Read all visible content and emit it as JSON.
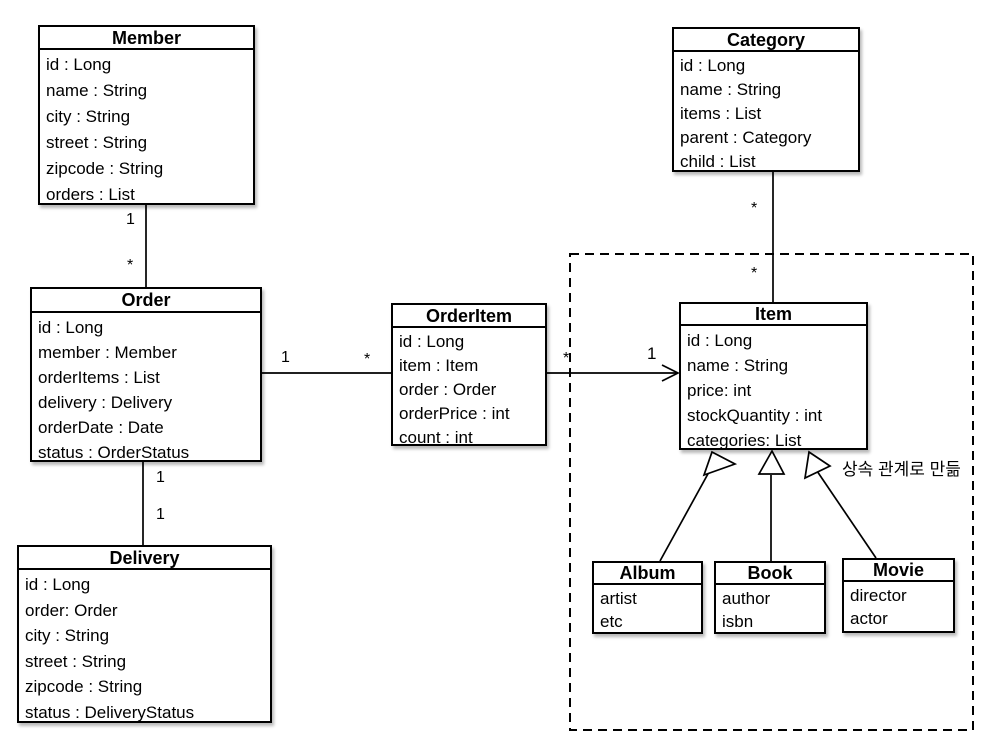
{
  "diagram": {
    "kind": "uml-class-diagram",
    "classes": [
      {
        "name": "Member",
        "attributes": [
          "id : Long",
          "name : String",
          "city : String",
          "street : String",
          "zipcode : String",
          "orders : List"
        ]
      },
      {
        "name": "Category",
        "attributes": [
          "id : Long",
          "name : String",
          "items : List",
          "parent : Category",
          "child : List"
        ]
      },
      {
        "name": "Order",
        "attributes": [
          "id : Long",
          "member : Member",
          "orderItems : List",
          "delivery : Delivery",
          "orderDate : Date",
          "status : OrderStatus"
        ]
      },
      {
        "name": "OrderItem",
        "attributes": [
          "id : Long",
          "item : Item",
          "order : Order",
          "orderPrice : int",
          "count : int"
        ]
      },
      {
        "name": "Item",
        "attributes": [
          "id : Long",
          "name : String",
          "price: int",
          "stockQuantity : int",
          "categories: List"
        ]
      },
      {
        "name": "Delivery",
        "attributes": [
          "id : Long",
          "order: Order",
          "city : String",
          "street : String",
          "zipcode : String",
          "status : DeliveryStatus"
        ]
      },
      {
        "name": "Album",
        "attributes": [
          "artist",
          "etc"
        ]
      },
      {
        "name": "Book",
        "attributes": [
          "author",
          "isbn"
        ]
      },
      {
        "name": "Movie",
        "attributes": [
          "director",
          "actor"
        ]
      }
    ],
    "relationships": [
      {
        "from": "Member",
        "to": "Order",
        "type": "association",
        "from_label": "1",
        "to_label": "*"
      },
      {
        "from": "Order",
        "to": "OrderItem",
        "type": "association",
        "from_label": "1",
        "to_label": "*"
      },
      {
        "from": "OrderItem",
        "to": "Item",
        "type": "directed-association",
        "from_label": "*",
        "to_label": "1"
      },
      {
        "from": "Order",
        "to": "Delivery",
        "type": "association",
        "from_label": "1",
        "to_label": "1"
      },
      {
        "from": "Category",
        "to": "Item",
        "type": "association",
        "from_label": "*",
        "to_label": "*"
      },
      {
        "from": "Album",
        "to": "Item",
        "type": "inheritance"
      },
      {
        "from": "Book",
        "to": "Item",
        "type": "inheritance"
      },
      {
        "from": "Movie",
        "to": "Item",
        "type": "inheritance"
      }
    ],
    "multiplicities": [
      {
        "relation": "Member-Order",
        "end": "Member",
        "text": "1"
      },
      {
        "relation": "Member-Order",
        "end": "Order",
        "text": "*"
      },
      {
        "relation": "Order-OrderItem",
        "end": "Order",
        "text": "1"
      },
      {
        "relation": "Order-OrderItem",
        "end": "OrderItem",
        "text": "*"
      },
      {
        "relation": "OrderItem-Item",
        "end": "OrderItem",
        "text": "*"
      },
      {
        "relation": "OrderItem-Item",
        "end": "Item",
        "text": "1"
      },
      {
        "relation": "Order-Delivery",
        "end": "Order",
        "text": "1"
      },
      {
        "relation": "Order-Delivery",
        "end": "Delivery",
        "text": "1"
      },
      {
        "relation": "Category-Item",
        "end": "Category",
        "text": "*"
      },
      {
        "relation": "Category-Item",
        "end": "Item",
        "text": "*"
      }
    ],
    "annotation": "상속 관계로 만듦"
  }
}
